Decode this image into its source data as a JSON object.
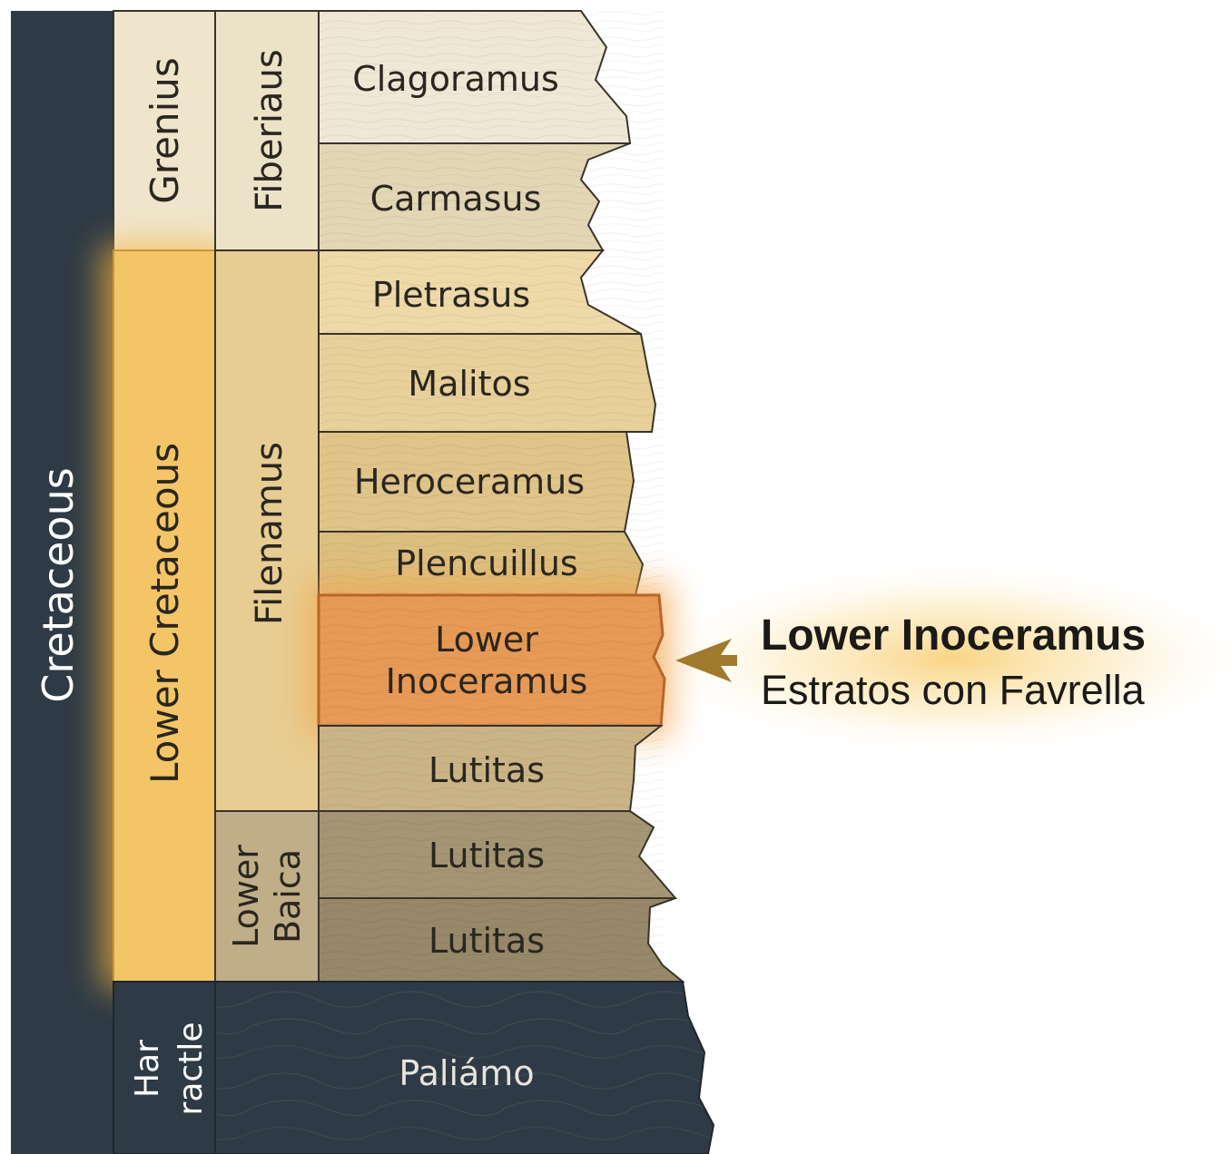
{
  "era_column": {
    "label": "Cretaceous"
  },
  "epoch_column": {
    "upper_label": "Grenius",
    "highlight_label": "Lower Cretaceous",
    "bottom_label_line1": "Har",
    "bottom_label_line2": "ractle"
  },
  "stage_column": {
    "upper_label": "Fiberiaus",
    "middle_label": "Filenamus",
    "lower_label_line1": "Lower",
    "lower_label_line2": "Baica"
  },
  "layers": [
    {
      "label": "Clagoramus"
    },
    {
      "label": "Carmasus"
    },
    {
      "label": "Pletrasus"
    },
    {
      "label": "Malitos"
    },
    {
      "label": "Heroceramus"
    },
    {
      "label": "Plencuillus"
    },
    {
      "label_line1": "Lower",
      "label_line2": "Inoceramus"
    },
    {
      "label": "Lutitas"
    },
    {
      "label": "Lutitas"
    },
    {
      "label": "Lutitas"
    },
    {
      "label": "Paliámo"
    }
  ],
  "callout": {
    "title": "Lower Inoceramus",
    "subtitle": "Estratos con Favrella"
  },
  "colors": {
    "dark_slate": "#2e3a45",
    "highlight_glow": "#f5b43a",
    "highlight_layer": "#e79a55",
    "arrow": "#a07a2c"
  }
}
